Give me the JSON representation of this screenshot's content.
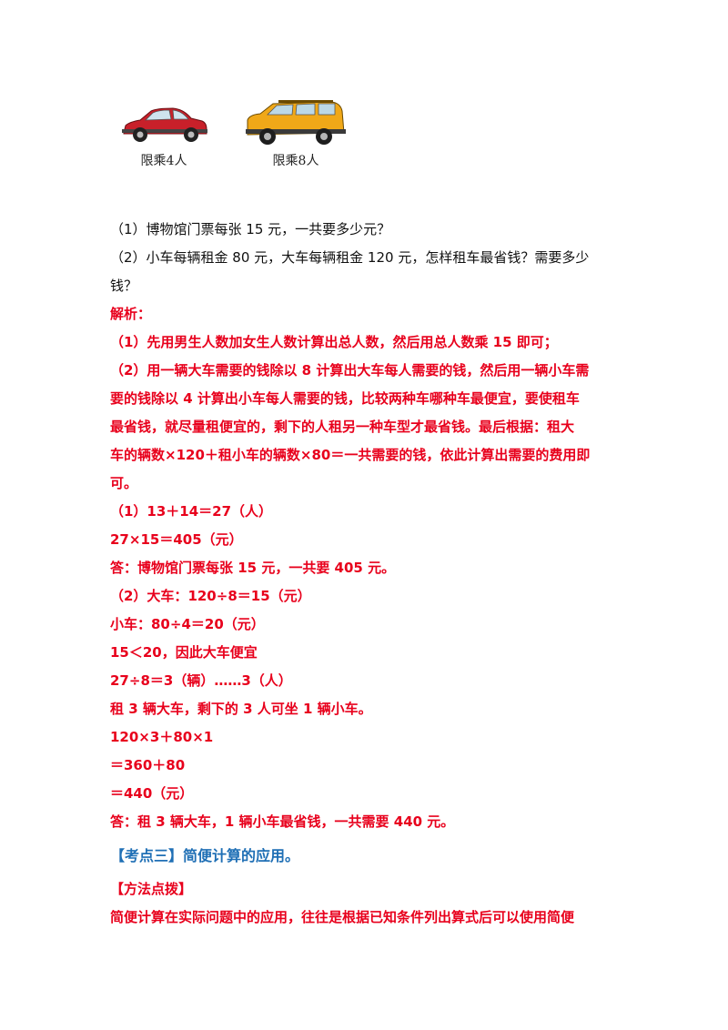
{
  "cars": [
    {
      "label": "限乘4人"
    },
    {
      "label": "限乘8人"
    }
  ],
  "questions": [
    "（1）博物馆门票每张 15 元，一共要多少元？",
    "（2）小车每辆租金 80 元，大车每辆租金 120 元，怎样租车最省钱？需要多少",
    "钱？"
  ],
  "analysis": {
    "heading": "解析：",
    "lines": [
      "（1）先用男生人数加女生人数计算出总人数，然后用总人数乘 15 即可；",
      "（2）用一辆大车需要的钱除以 8 计算出大车每人需要的钱，然后用一辆小车需",
      "要的钱除以 4 计算出小车每人需要的钱，比较两种车哪种车最便宜，要使租车",
      "最省钱，就尽量租便宜的，剩下的人租另一种车型才最省钱。最后根据：租大",
      "车的辆数×120＋租小车的辆数×80＝一共需要的钱，依此计算出需要的费用即",
      "可。",
      "（1）13＋14＝27（人）",
      "27×15＝405（元）",
      "答：博物馆门票每张 15 元，一共要 405 元。",
      "（2）大车：120÷8＝15（元）",
      "小车：80÷4＝20（元）",
      "15＜20，因此大车便宜",
      "27÷8＝3（辆）……3（人）",
      "租 3 辆大车，剩下的 3 人可坐 1 辆小车。",
      "120×3＋80×1",
      "＝360＋80",
      "＝440（元）",
      "答：租 3 辆大车，1 辆小车最省钱，一共需要 440 元。"
    ]
  },
  "section": {
    "title": "【考点三】简便计算的应用。",
    "method_heading": "【方法点拨】",
    "method_line": "简便计算在实际问题中的应用，往往是根据已知条件列出算式后可以使用简便"
  },
  "colors": {
    "red": "#e8001c",
    "blue": "#1f6fb5"
  }
}
